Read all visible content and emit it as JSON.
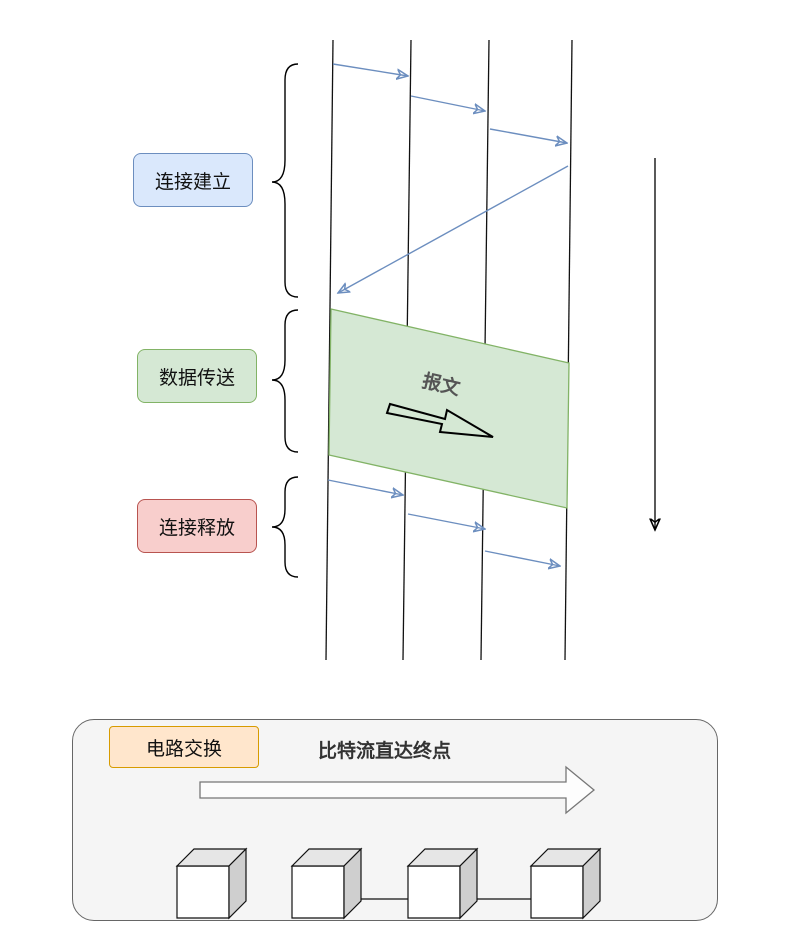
{
  "labels": {
    "establish": "连接建立",
    "transfer": "数据传送",
    "release": "连接释放",
    "message": "报文",
    "circuit": "电路交换",
    "bitflow": "比特流直达终点"
  },
  "colors": {
    "establish_fill": "#dae8fc",
    "establish_stroke": "#6c8ebf",
    "transfer_fill": "#d5e8d4",
    "transfer_stroke": "#82b366",
    "release_fill": "#f8cecc",
    "release_stroke": "#b85450",
    "circuit_fill": "#ffe6cc",
    "circuit_stroke": "#d79b00",
    "signal_arrow": "#6c8ebf"
  },
  "nodes": {
    "count": 4
  }
}
